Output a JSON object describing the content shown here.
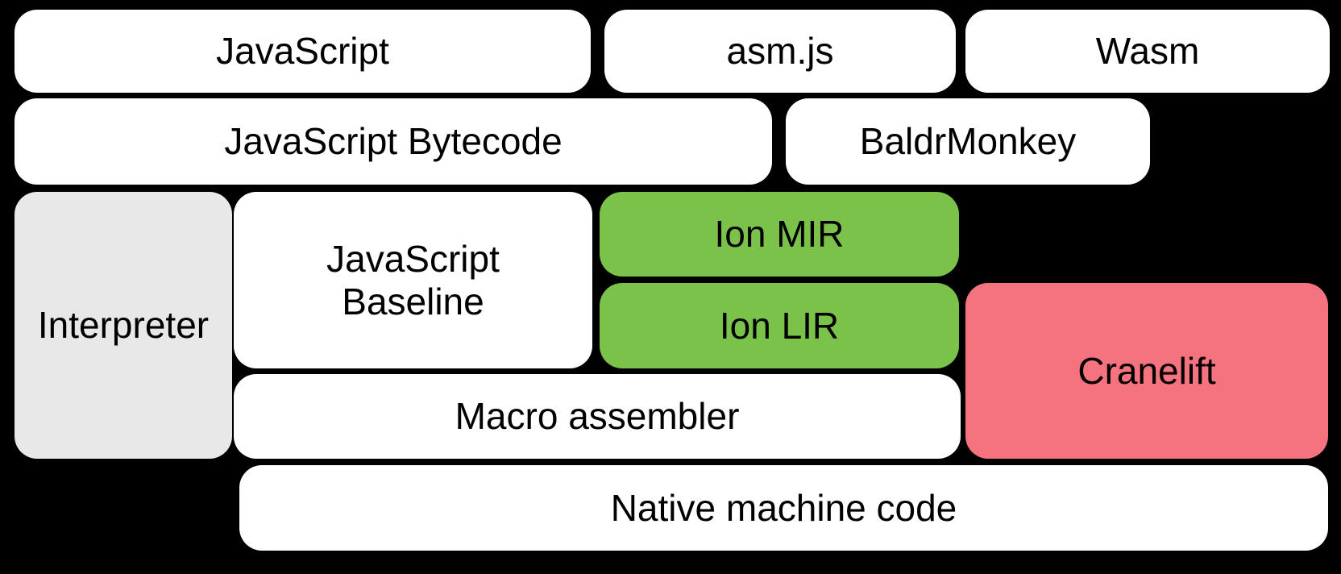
{
  "diagram": {
    "background_color": "#000000",
    "text_color": "#000000",
    "node_colors": {
      "default": "#ffffff",
      "ion_green": "#7bc24a",
      "cranelift_pink": "#f4737f",
      "interpreter_gray": "#e8e8e8"
    },
    "nodes": [
      {
        "id": "javascript",
        "label": "JavaScript"
      },
      {
        "id": "asm-js",
        "label": "asm.js"
      },
      {
        "id": "wasm",
        "label": "Wasm"
      },
      {
        "id": "javascript-bytecode",
        "label": "JavaScript Bytecode"
      },
      {
        "id": "baldrmonkey",
        "label": "BaldrMonkey"
      },
      {
        "id": "interpreter",
        "label": "Interpreter"
      },
      {
        "id": "javascript-baseline",
        "label": "JavaScript Baseline",
        "lines": {
          "0": "JavaScript",
          "1": "Baseline"
        }
      },
      {
        "id": "ion-mir",
        "label": "Ion MIR"
      },
      {
        "id": "ion-lir",
        "label": "Ion LIR"
      },
      {
        "id": "cranelift",
        "label": "Cranelift"
      },
      {
        "id": "macro-assembler",
        "label": "Macro assembler"
      },
      {
        "id": "native-machine-code",
        "label": "Native machine code"
      }
    ]
  }
}
